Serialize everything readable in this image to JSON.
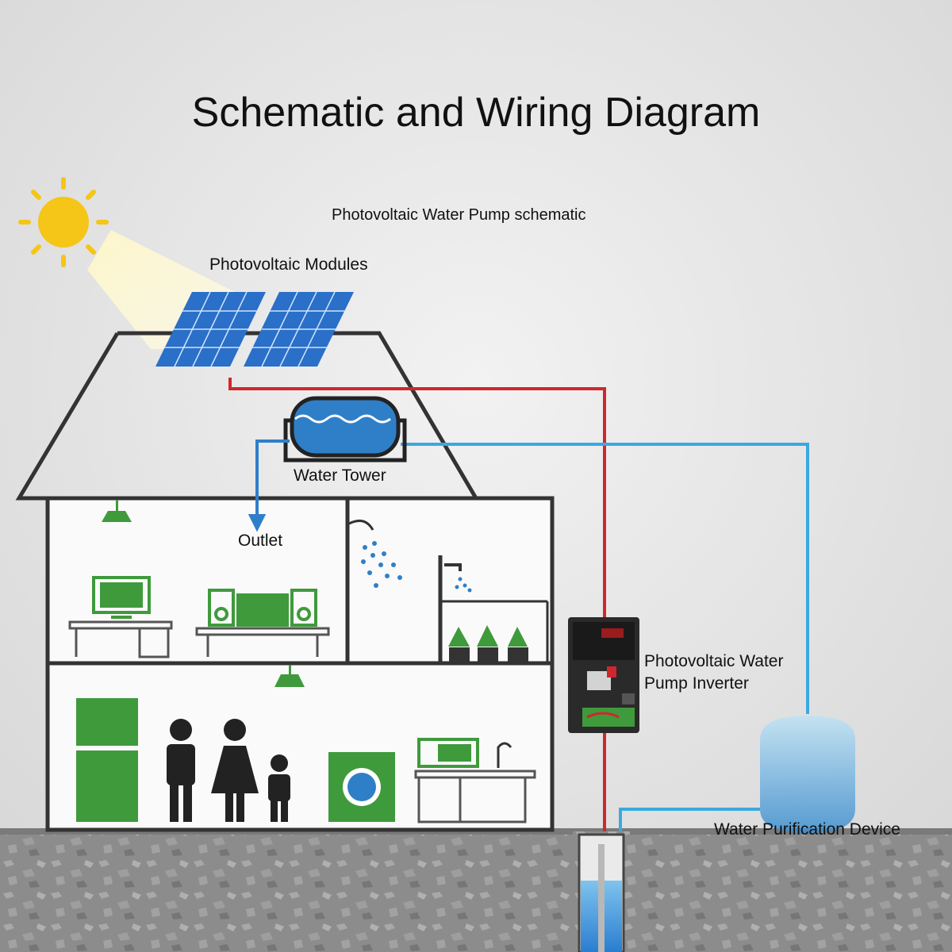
{
  "title": "Schematic and Wiring Diagram",
  "subtitle": "Photovoltaic Water Pump schematic",
  "labels": {
    "pv_modules": "Photovoltaic Modules",
    "water_tower": "Water Tower",
    "outlet": "Outlet",
    "inverter_line1": "Photovoltaic Water",
    "inverter_line2": "Pump Inverter",
    "purification": "Water Purification Device"
  },
  "colors": {
    "background": "#e6e6e6",
    "house_outline": "#333333",
    "green": "#3f9a3c",
    "water_blue": "#2f7fc8",
    "power_red": "#d0262e",
    "pipe_cyan": "#3aa9df",
    "solar_panel": "#2a6fc8",
    "sun": "#f5c518",
    "ground": "#8a8a8a"
  },
  "icons": [
    "sun-icon",
    "solar-panel-icon",
    "water-tank-icon",
    "ceiling-lamp-icon",
    "shower-icon",
    "faucet-icon",
    "plant-icon",
    "computer-icon",
    "stereo-icon",
    "fridge-icon",
    "family-icon",
    "washing-machine-icon",
    "kitchen-icon",
    "inverter-device-icon",
    "purifier-tank-icon",
    "well-pump-icon"
  ]
}
